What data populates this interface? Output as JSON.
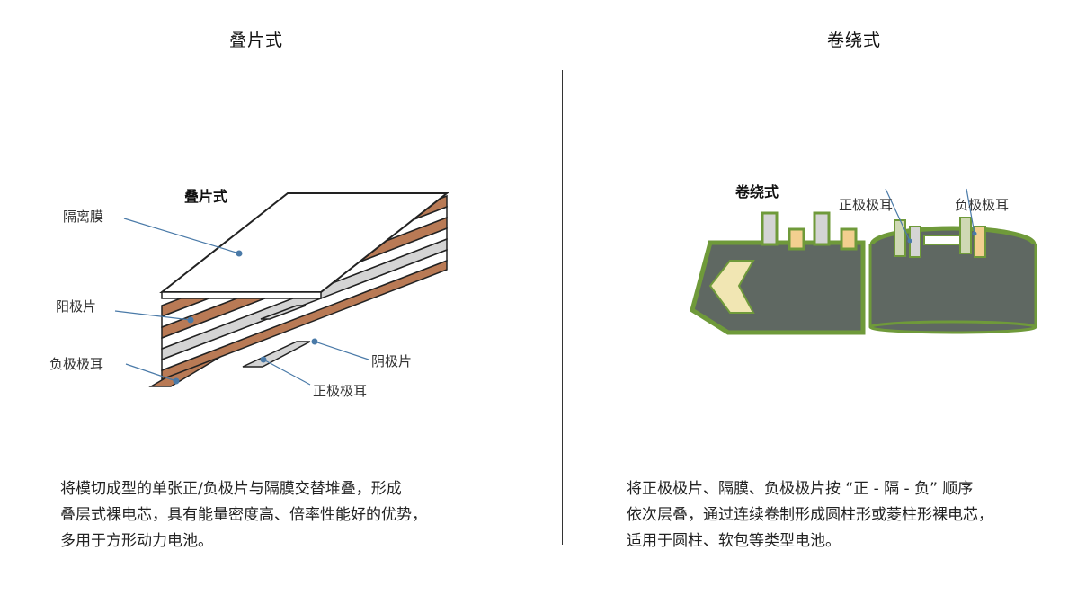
{
  "stacked": {
    "title": "叠片式",
    "diagram_title": "叠片式",
    "labels": {
      "separator": "隔离膜",
      "anode_sheet": "阳极片",
      "cathode_sheet": "阴极片",
      "negative_tab": "负极极耳",
      "positive_tab": "正极极耳"
    },
    "description": [
      "将模切成型的单张正/负极片与隔膜交替堆叠，形成",
      "叠层式裸电芯，具有能量密度高、倍率性能好的优势，",
      "多用于方形动力电池。"
    ]
  },
  "wound": {
    "title": "卷绕式",
    "diagram_title": "卷绕式",
    "labels": {
      "positive_tab": "正极极耳",
      "negative_tab": "负极极耳"
    },
    "description": [
      "将正极极片、隔膜、负极极片按 “正 - 隔 - 负” 顺序",
      "依次层叠，通过连续卷制形成圆柱形或菱柱形裸电芯，",
      "适用于圆柱、软包等类型电池。"
    ]
  },
  "colors": {
    "copper": "#b97a55",
    "separator": "#ffffff",
    "tab_gray": "#d4d4d4",
    "roll_body": "#5f6862",
    "roll_edge": "#6f9a3a",
    "tab_yellow": "#f2cf8f",
    "leader_line": "#4a7aa8",
    "dot": "#4a7aa8"
  }
}
